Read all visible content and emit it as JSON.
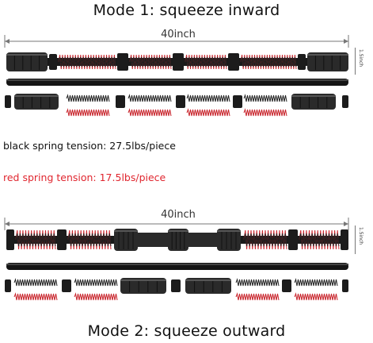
{
  "mode1": {
    "title": "Mode 1: squeeze inward",
    "length_label": "40inch",
    "diameter_label": "1.5inch"
  },
  "mode2": {
    "title": "Mode 2: squeeze outward",
    "length_label": "40inch",
    "diameter_label": "1.5inch"
  },
  "tension": {
    "black": "black spring tension: 27.5lbs/piece",
    "red": "red spring tension: 17.5lbs/piece"
  },
  "colors": {
    "black_spring": "#222222",
    "red_spring": "#c8232b",
    "red_text": "#e0262f",
    "bar": "#1a1a1a",
    "grip": "#2a2a2a"
  }
}
